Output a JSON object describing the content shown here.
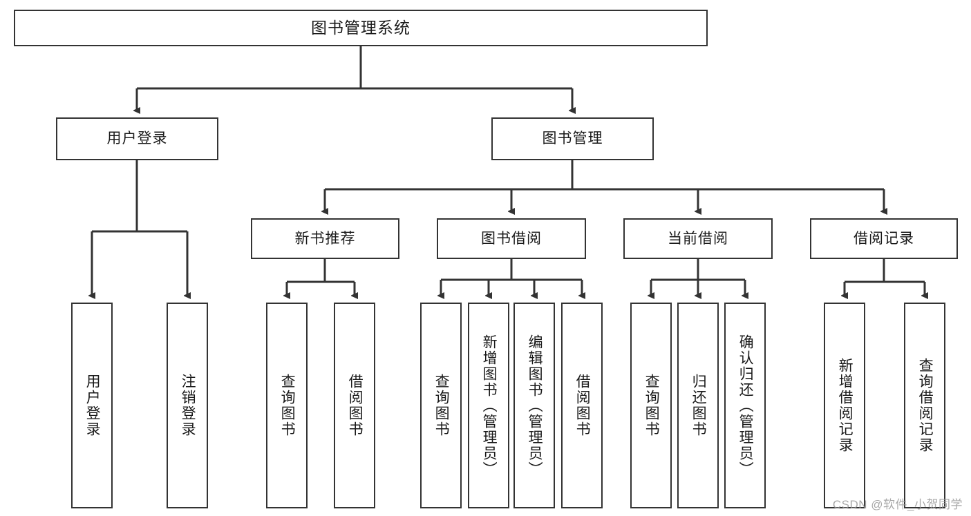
{
  "diagram": {
    "type": "tree-hierarchy",
    "title": "图书管理系统",
    "orientation": "top-down",
    "stroke_color": "#333333",
    "fill_color": "#ffffff",
    "text_color": "#1a1a1a"
  },
  "root": {
    "label": "图书管理系统"
  },
  "level2": [
    {
      "label": "用户登录"
    },
    {
      "label": "图书管理"
    }
  ],
  "level3": [
    {
      "label": "新书推荐"
    },
    {
      "label": "图书借阅"
    },
    {
      "label": "当前借阅"
    },
    {
      "label": "借阅记录"
    }
  ],
  "leaves": {
    "user_login": [
      {
        "label": "用户登录"
      },
      {
        "label": "注销登录"
      }
    ],
    "new_book_recommend": [
      {
        "label": "查询图书"
      },
      {
        "label": "借阅图书"
      }
    ],
    "book_borrow": [
      {
        "label": "查询图书"
      },
      {
        "label": "新增图书（管理员）"
      },
      {
        "label": "编辑图书（管理员）"
      },
      {
        "label": "借阅图书"
      }
    ],
    "current_borrow": [
      {
        "label": "查询图书"
      },
      {
        "label": "归还图书"
      },
      {
        "label": "确认归还（管理员）"
      }
    ],
    "borrow_record": [
      {
        "label": "新增借阅记录"
      },
      {
        "label": "查询借阅记录"
      }
    ]
  },
  "watermark": {
    "text": "CSDN @软件_小贺同学"
  }
}
